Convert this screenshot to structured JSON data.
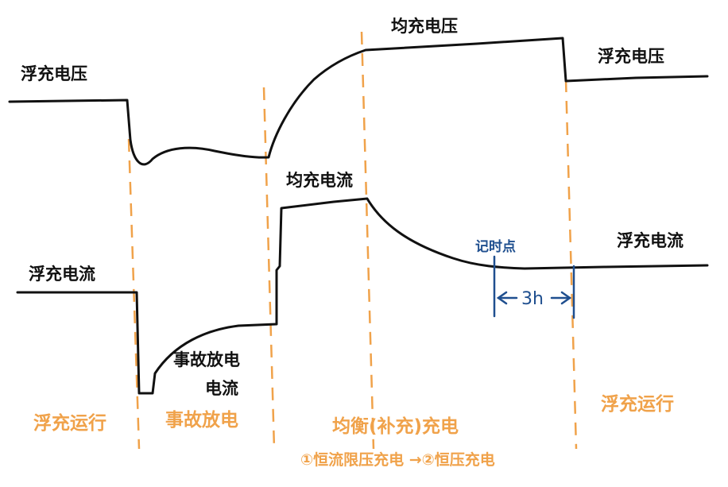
{
  "colors": {
    "curve": "#111111",
    "phase": "#f0a24a",
    "timing": "#1f4f8f"
  },
  "voltage_labels": {
    "float_left": "浮充电压",
    "equalize": "均充电压",
    "float_right": "浮充电压"
  },
  "current_labels": {
    "float_left": "浮充电流",
    "discharge_line1": "事故放电",
    "discharge_line2": "电流",
    "equalize": "均充电流",
    "float_right": "浮充电流"
  },
  "timing": {
    "start_point": "记时点",
    "duration": "3h"
  },
  "phases": {
    "float_left": "浮充运行",
    "discharge": "事故放电",
    "equalize": "均衡(补充)充电",
    "equalize_steps": "①恒流限压充电 →②恒压充电",
    "float_right": "浮充运行"
  }
}
